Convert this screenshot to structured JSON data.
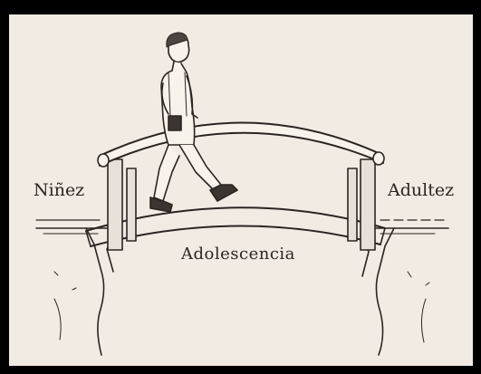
{
  "labels": {
    "left": "Niñez",
    "right": "Adultez",
    "bottom": "Adolescencia"
  },
  "colors": {
    "frame": "#000000",
    "paper": "#f1ebe3",
    "ink": "#2a2522"
  }
}
